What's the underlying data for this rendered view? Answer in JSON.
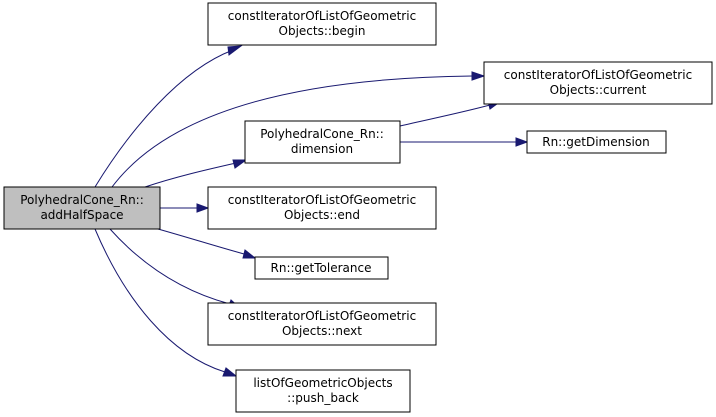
{
  "colors": {
    "node_fill": "#ffffff",
    "root_fill": "#bfbfbf",
    "border": "#000000",
    "edge": "#191970"
  },
  "nodes": {
    "add_half_space": {
      "line1": "PolyhedralCone_Rn::",
      "line2": "addHalfSpace"
    },
    "begin": {
      "line1": "constIteratorOfListOfGeometric",
      "line2": "Objects::begin"
    },
    "current": {
      "line1": "constIteratorOfListOfGeometric",
      "line2": "Objects::current"
    },
    "dimension": {
      "line1": "PolyhedralCone_Rn::",
      "line2": "dimension"
    },
    "get_dimension": {
      "line1": "Rn::getDimension"
    },
    "end": {
      "line1": "constIteratorOfListOfGeometric",
      "line2": "Objects::end"
    },
    "get_tolerance": {
      "line1": "Rn::getTolerance"
    },
    "next": {
      "line1": "constIteratorOfListOfGeometric",
      "line2": "Objects::next"
    },
    "push_back": {
      "line1": "listOfGeometricObjects",
      "line2": "::push_back"
    }
  },
  "edges": [
    {
      "from": "add_half_space",
      "to": "begin"
    },
    {
      "from": "add_half_space",
      "to": "current"
    },
    {
      "from": "add_half_space",
      "to": "dimension"
    },
    {
      "from": "add_half_space",
      "to": "end"
    },
    {
      "from": "add_half_space",
      "to": "get_tolerance"
    },
    {
      "from": "add_half_space",
      "to": "next"
    },
    {
      "from": "add_half_space",
      "to": "push_back"
    },
    {
      "from": "dimension",
      "to": "current"
    },
    {
      "from": "dimension",
      "to": "get_dimension"
    }
  ]
}
